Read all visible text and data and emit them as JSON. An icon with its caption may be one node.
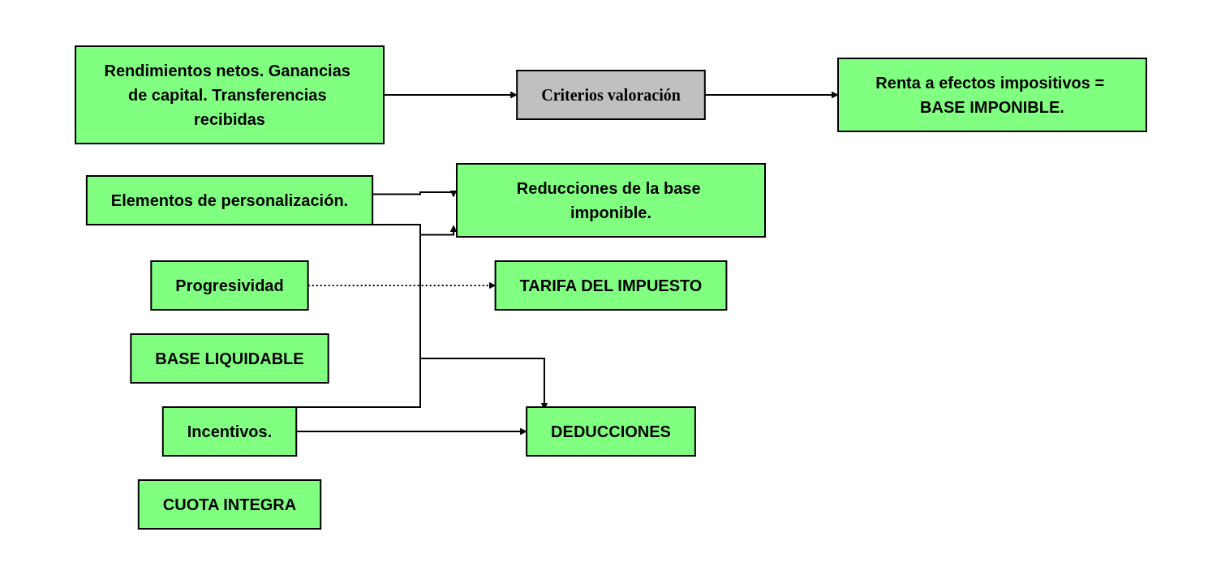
{
  "diagram": {
    "nodes": [
      {
        "text": [
          "Rendimientos netos. Ganancias de capital. Transferencias recibidas"
        ]
      },
      {
        "text": [
          "Criterios valoración"
        ]
      },
      {
        "text": [
          "Renta a efectos impositivos = BASE IMPONIBLE."
        ]
      },
      {
        "text": [
          "Progresividad"
        ]
      },
      {
        "text": [
          "Reducciones de la base imponible."
        ]
      },
      {
        "text": [
          "Elementos de personalización."
        ]
      },
      {
        "text": [
          "BASE LIQUIDABLE"
        ]
      },
      {
        "text": [
          "TARIFA DEL IMPUESTO"
        ]
      },
      {
        "text": [
          "Incentivos."
        ]
      },
      {
        "text": [
          "CUOTA INTEGRA"
        ]
      },
      {
        "text": [
          "DEDUCCIONES"
        ]
      }
    ],
    "edges": [
      {
        "from": 0,
        "to": 1,
        "arrow": "to"
      },
      {
        "from": 1,
        "to": 2,
        "arrow": "to"
      },
      {
        "from": 3,
        "to": 7,
        "arrow": "to",
        "style": "dashed"
      },
      {
        "from": 5,
        "to": 4,
        "arrow": "to"
      },
      {
        "from": 5,
        "to": 10,
        "arrow": "to"
      },
      {
        "from": 8,
        "to": 4,
        "arrow": "to"
      },
      {
        "from": 8,
        "to": 10,
        "arrow": "to"
      }
    ]
  }
}
